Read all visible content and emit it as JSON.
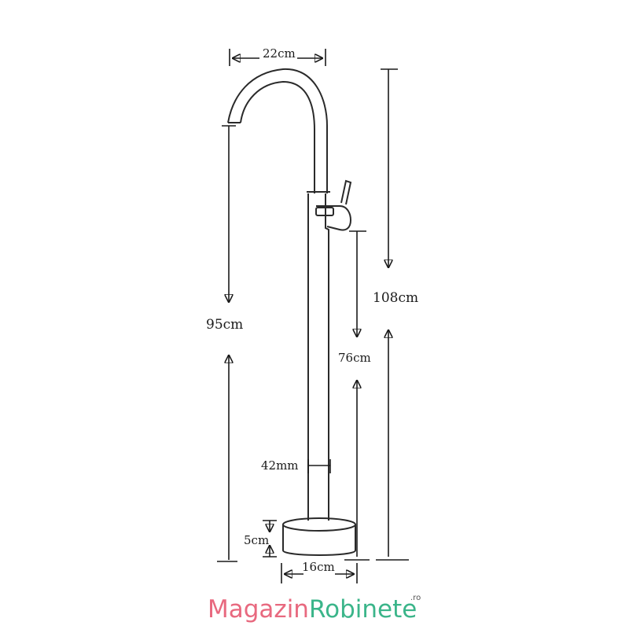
{
  "dimensions": {
    "spout_reach": "22cm",
    "total_height": "108cm",
    "spout_height": "95cm",
    "handle_height": "76cm",
    "pipe_diameter": "42mm",
    "base_height": "5cm",
    "base_diameter": "16cm"
  },
  "logo": {
    "part1": "Magazin",
    "part2": "Robinete",
    "suffix": ".ro",
    "color1": "#e8697f",
    "color2": "#3bb58a"
  },
  "colors": {
    "line": "#1a1a1a",
    "outline": "#2a2a2a"
  }
}
